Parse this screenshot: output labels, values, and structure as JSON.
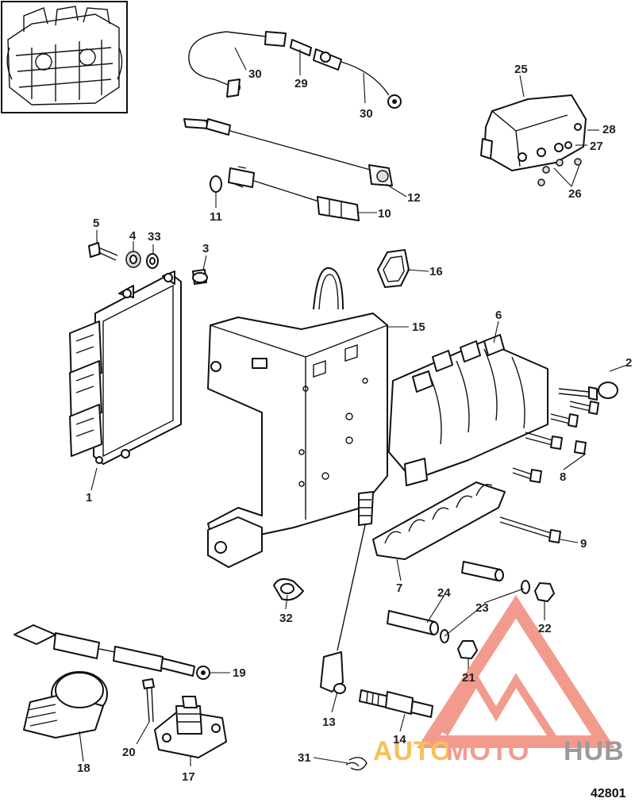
{
  "diagram": {
    "figure_number": "42801",
    "watermark": {
      "part1": "AUTO",
      "part2": "MOTO",
      "part3": "HUB",
      "colors": {
        "auto": "#f5b73a",
        "moto": "#f08a7a",
        "hub": "#8a8a8a",
        "triangle": "#f08a7a"
      }
    },
    "callouts": [
      "1",
      "2",
      "3",
      "4",
      "5",
      "6",
      "7",
      "8",
      "9",
      "10",
      "11",
      "12",
      "13",
      "14",
      "15",
      "16",
      "17",
      "18",
      "19",
      "20",
      "21",
      "22",
      "23",
      "24",
      "25",
      "26",
      "27",
      "28",
      "29",
      "30",
      "30",
      "31",
      "32",
      "33"
    ]
  }
}
